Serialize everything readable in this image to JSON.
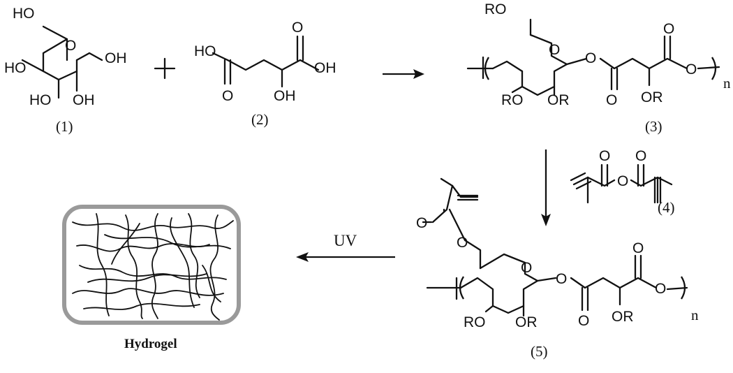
{
  "compound_labels": [
    "(1)",
    "(2)",
    "(3)",
    "(4)",
    "(5)"
  ],
  "atoms": {
    "HO": "HO",
    "OH": "OH",
    "O": "O",
    "RO": "RO",
    "OR": "OR"
  },
  "plus": "+",
  "subscript_n": "n",
  "uv_label": "UV",
  "product_label": "Hydrogel"
}
